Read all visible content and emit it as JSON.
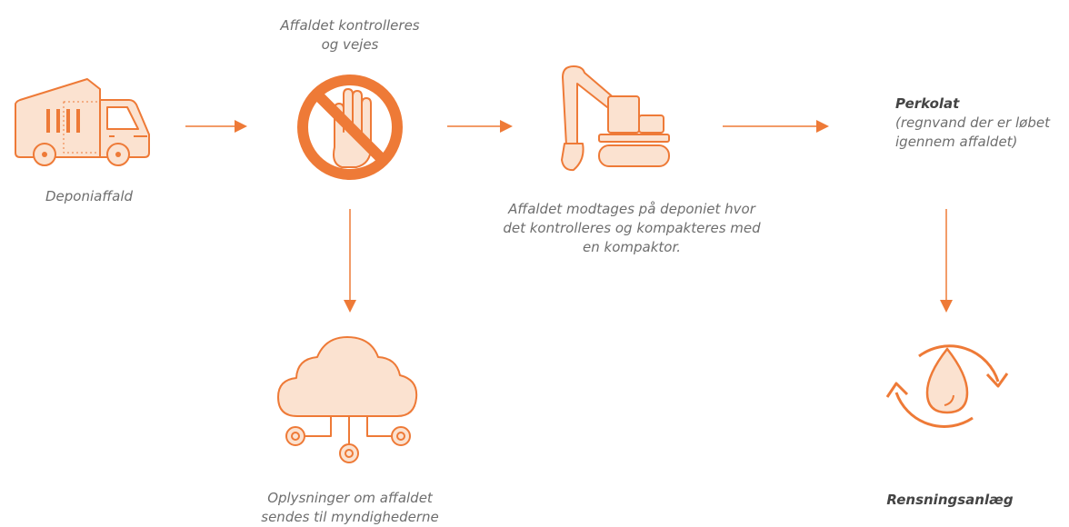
{
  "colors": {
    "accent": "#EE7A37",
    "fill_light": "#FBE2D0",
    "text": "#6E6E6E",
    "text_strong": "#444444"
  },
  "nodes": {
    "truck": {
      "icon": "dump-truck-icon",
      "label": "Deponiaffald"
    },
    "control": {
      "icon": "prohibited-hand-icon",
      "label_lines": [
        "Affaldet kontrolleres",
        "og vejes"
      ]
    },
    "compactor": {
      "icon": "excavator-icon",
      "label_lines": [
        "Affaldet modtages på deponiet hvor",
        "det kontrolleres og kompakteres med",
        "en kompaktor."
      ]
    },
    "leachate": {
      "title": "Perkolat",
      "label_lines": [
        "(regnvand der er løbet",
        "igennem affaldet)"
      ]
    },
    "authorities": {
      "icon": "cloud-network-icon",
      "label_lines": [
        "Oplysninger om affaldet",
        "sendes til myndighederne"
      ]
    },
    "treatment": {
      "icon": "water-recycle-icon",
      "label": "Rensningsanlæg"
    }
  }
}
